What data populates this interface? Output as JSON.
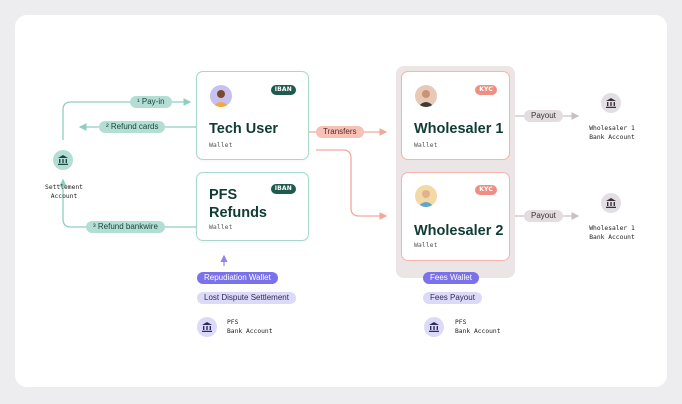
{
  "settlement": {
    "line1": "Settlement",
    "line2": "Account",
    "icon": "bank-icon"
  },
  "flows": {
    "payin": "¹ Pay-in",
    "refund_cards": "² Refund cards",
    "refund_bankwire": "³ Refund bankwire",
    "transfers": "Transfers",
    "payout_1": "Payout",
    "payout_2": "Payout"
  },
  "wallets": {
    "tech_user": {
      "title": "Tech User",
      "sub": "Wallet",
      "badge": "IBAN"
    },
    "pfs_refunds": {
      "title_line1": "PFS",
      "title_line2": "Refunds",
      "sub": "Wallet",
      "badge": "IBAN"
    },
    "wholesaler_1": {
      "title": "Wholesaler 1",
      "sub": "Wallet",
      "badge": "KYC"
    },
    "wholesaler_2": {
      "title": "Wholesaler 2",
      "sub": "Wallet",
      "badge": "KYC"
    }
  },
  "labels": {
    "repudiation_wallet": "Repudiation Wallet",
    "lost_dispute": "Lost Dispute Settlement",
    "fees_wallet": "Fees Wallet",
    "fees_payout": "Fees Payout"
  },
  "bank_accounts": {
    "pfs": {
      "line1": "PFS",
      "line2": "Bank Account"
    },
    "fees": {
      "line1": "PFS",
      "line2": "Bank Account"
    },
    "wholesaler_1": {
      "line1": "Wholesaler 1",
      "line2": "Bank Account"
    },
    "wholesaler_2": {
      "line1": "Wholesaler 1",
      "line2": "Bank Account"
    }
  },
  "colors": {
    "teal": "#b4ded3",
    "teal_line": "#8fcfc0",
    "salmon": "#f6c2b7",
    "salmon_line": "#f2a99c",
    "violet": "#7b71ea",
    "lavender": "#dcdaf8",
    "iban_badge": "#1f5a4e",
    "kyc_badge": "#ef8f84"
  }
}
